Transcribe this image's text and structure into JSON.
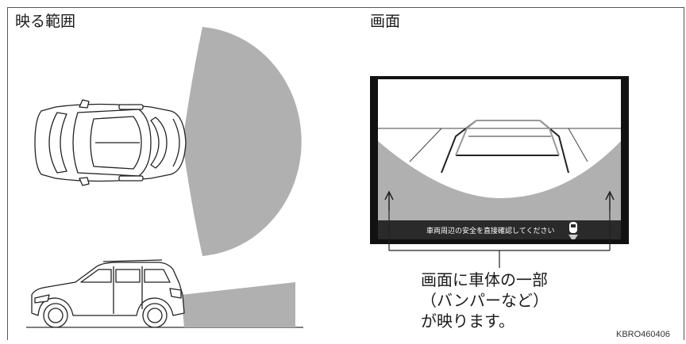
{
  "left_heading": "映る範囲",
  "right_heading": "画面",
  "camera_screen": {
    "message": "車両周辺の安全を直接確認してください"
  },
  "callout_lines": [
    "画面に車体の一部",
    "（バンパーなど）",
    "が映ります。"
  ],
  "figure_code": "KBRO460406",
  "colors": {
    "coverage_gray": "#b0b0b0",
    "screen_black": "#111111",
    "screen_bottom_bar": "#2a2a2a",
    "line_color": "#222222"
  },
  "icons": [
    "car-top-view-icon",
    "car-side-view-icon",
    "arrow-up-icon",
    "vehicle-status-icon"
  ]
}
